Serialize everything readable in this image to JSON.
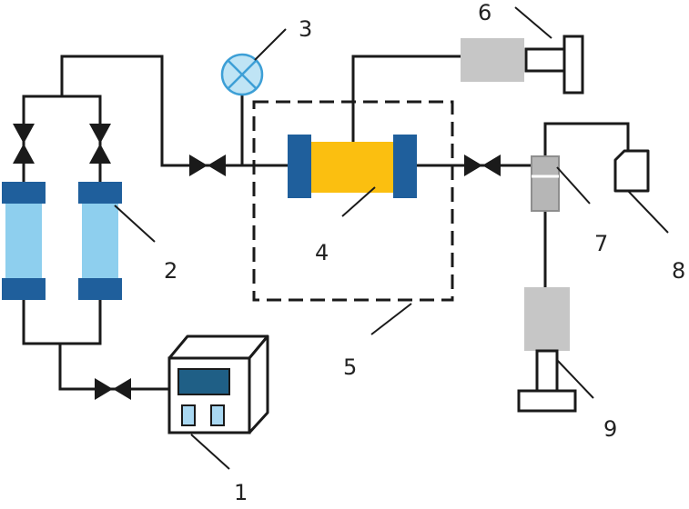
{
  "labels": {
    "n1": "1",
    "n2": "2",
    "n3": "3",
    "n4": "4",
    "n5": "5",
    "n6": "6",
    "n7": "7",
    "n8": "8",
    "n9": "9"
  },
  "colors": {
    "line": "#1a1a1a",
    "cylinder_body": "#8ecfee",
    "cylinder_cap": "#1f5f9c",
    "core_holder": "#fbbf10",
    "gauge_fill": "#bfe4f5",
    "gauge_stroke": "#3d9fd6",
    "pump_screen": "#1f5f86",
    "pump_button": "#a9d8f2",
    "grey_body": "#c6c6c6",
    "separator": "#b6b6b6"
  },
  "icons": [
    "valve-icon",
    "pressure-gauge-icon",
    "pump-icon"
  ]
}
